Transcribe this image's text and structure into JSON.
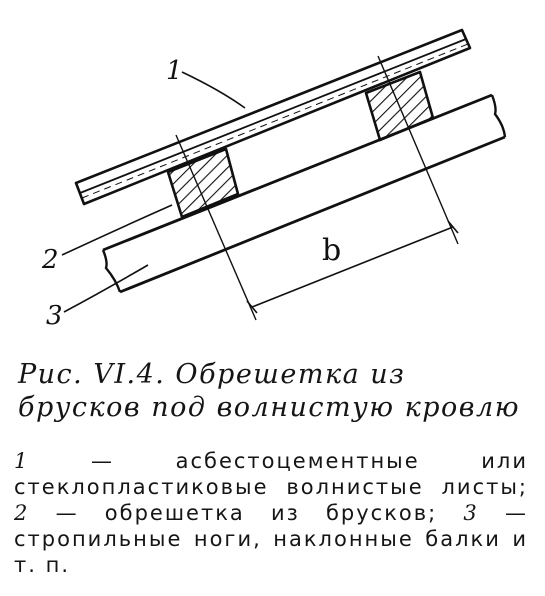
{
  "figure": {
    "labels": {
      "sheets_number": "1",
      "battens_number": "2",
      "rafters_number": "3",
      "spacing_dimension": "b"
    }
  },
  "caption": {
    "title": "Рис. VI.4. Обрешетка из брусков под волнистую кровлю",
    "legend": [
      {
        "number": "1",
        "text": " — асбестоцементные или стеклопластиковые волнистые листы; "
      },
      {
        "number": "2",
        "text": " — обрешетка из брусков; "
      },
      {
        "number": "3",
        "text": " — стропильные ноги, наклонные балки и т. п."
      }
    ]
  },
  "colors": {
    "ink": "#111111",
    "paper": "#ffffff"
  }
}
